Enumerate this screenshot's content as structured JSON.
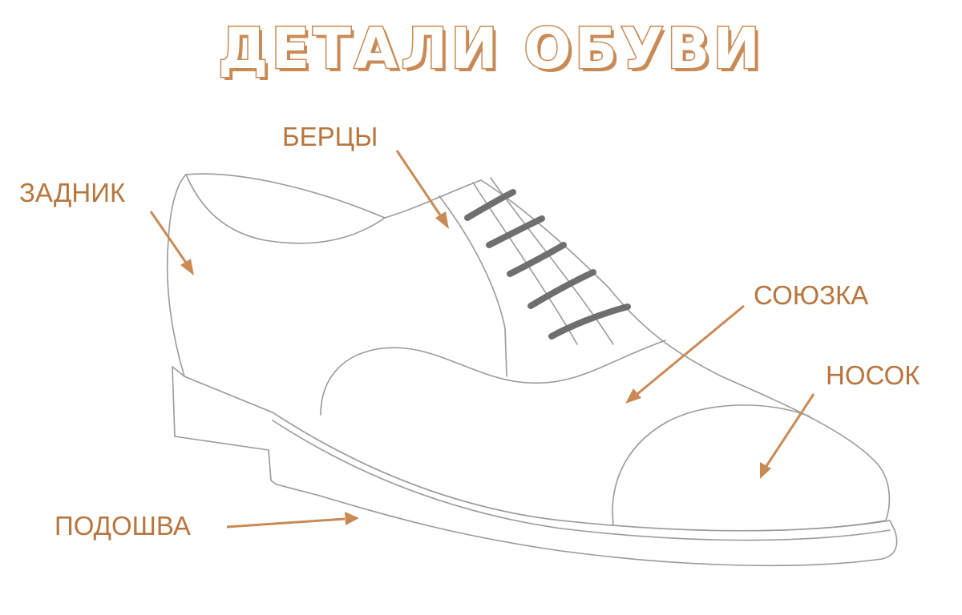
{
  "title": "ДЕТАЛИ ОБУВИ",
  "colors": {
    "accent": "#c98a55",
    "label": "#b7763f",
    "outline": "#9a9a9a",
    "lace": "#6f6f6f"
  },
  "labels": {
    "bertsy": "БЕРЦЫ",
    "zadnik": "ЗАДНИК",
    "soyuzka": "СОЮЗКА",
    "nosok": "НОСОК",
    "podoshva": "ПОДОШВА"
  }
}
